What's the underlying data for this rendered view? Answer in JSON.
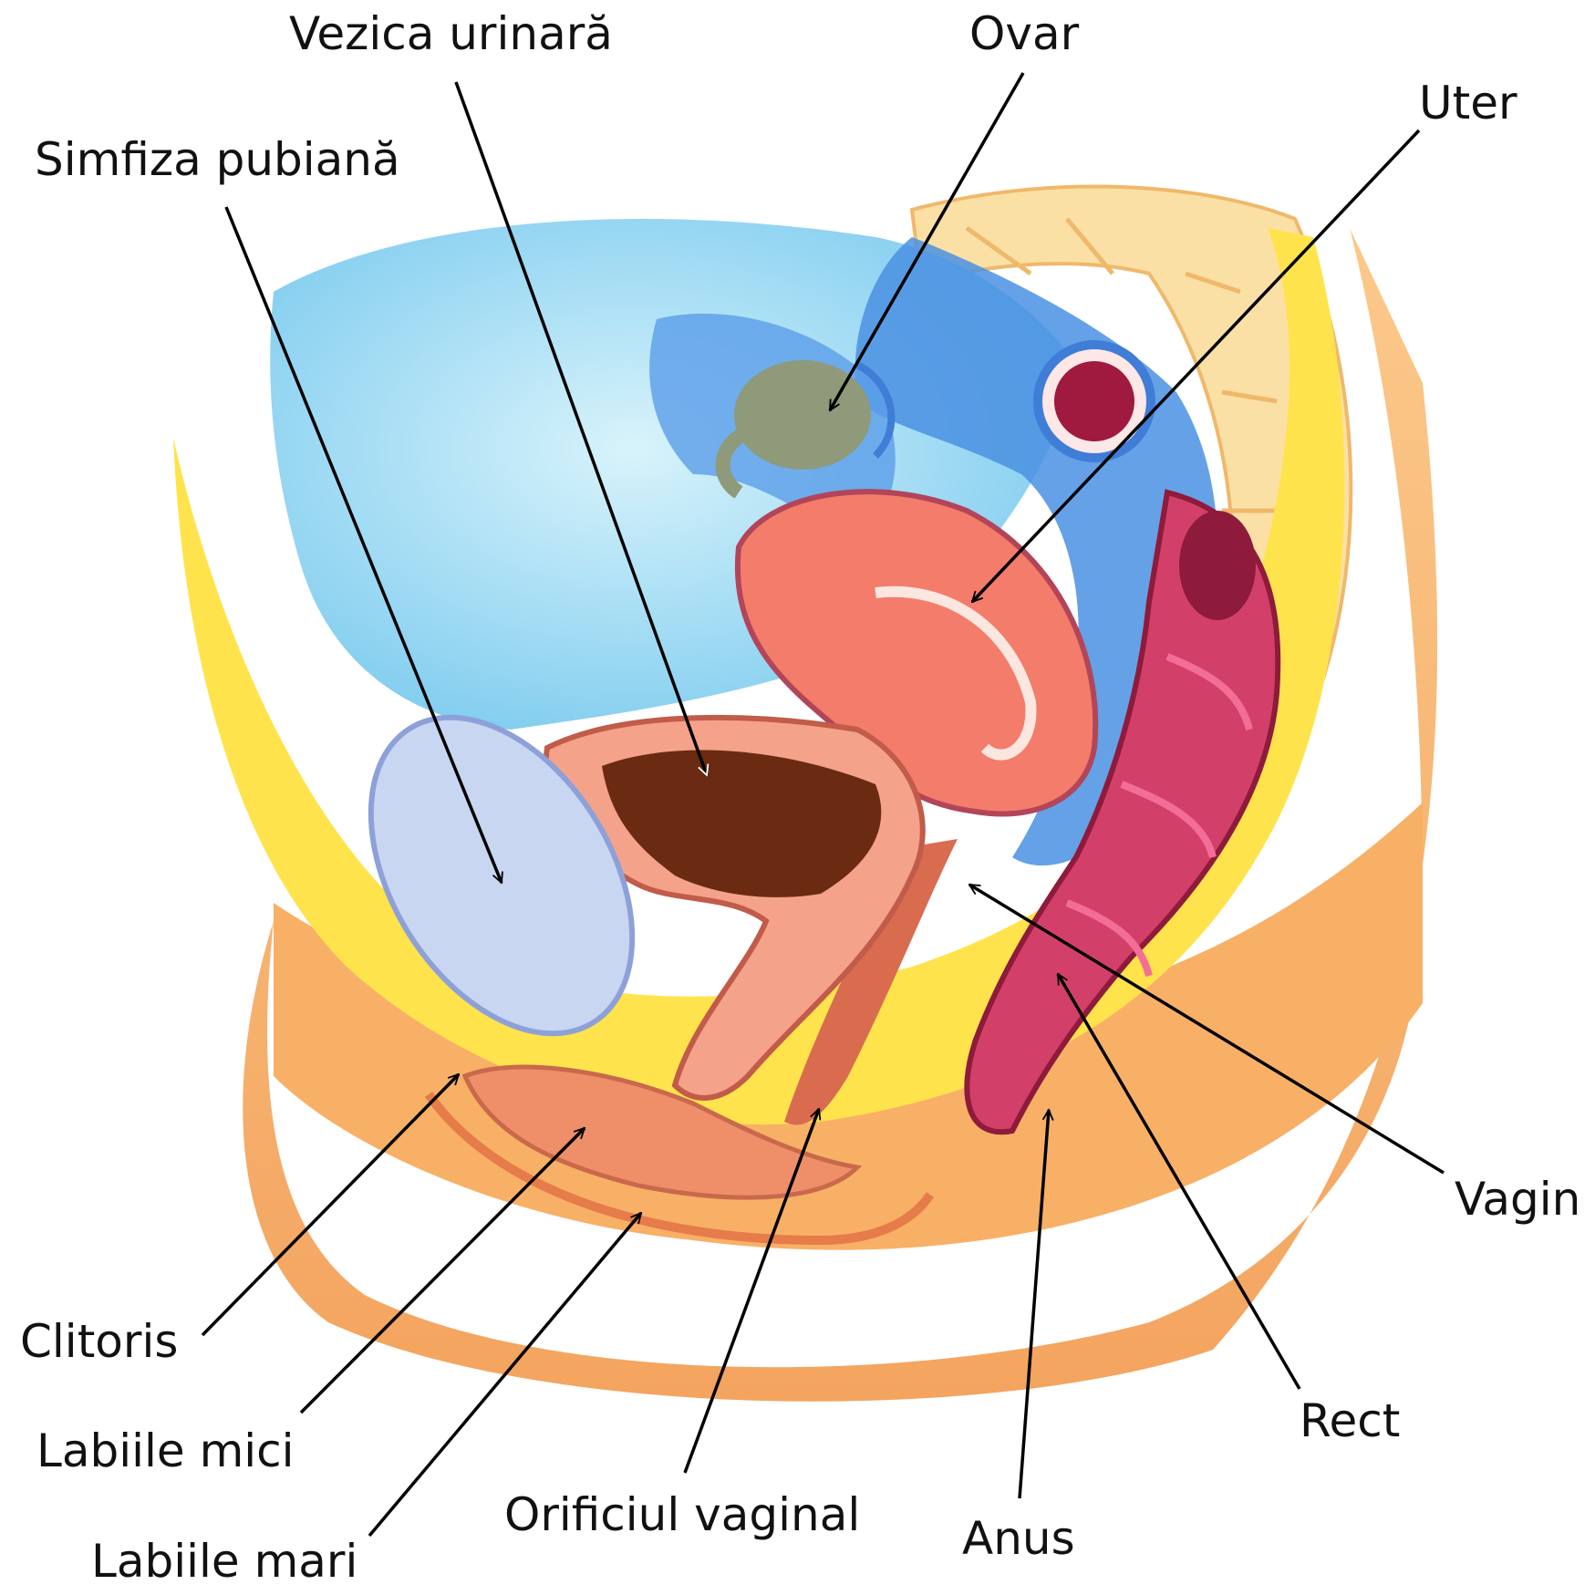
{
  "labels": {
    "vezica_urinara": "Vezica urinară",
    "ovar": "Ovar",
    "uter": "Uter",
    "simfiza_pubiana": "Simfiza pubiană",
    "vagin": "Vagin",
    "clitoris": "Clitoris",
    "rect": "Rect",
    "labiile_mici": "Labiile mici",
    "orificiul_vaginal": "Orificiul vaginal",
    "anus": "Anus",
    "labiile_mari": "Labiile mari"
  },
  "colors": {
    "skin": "#f6b26b",
    "fat": "#ffe34d",
    "bladder": "#9fdcf2",
    "peritoneum": "#4a90e2",
    "uterus": "#f47c6a",
    "rectum": "#d2406a",
    "pubic_bone": "#c9d6f2",
    "spine": "#fbe0a6",
    "ovary": "#8f9a7a",
    "leader_line": "#000000"
  }
}
